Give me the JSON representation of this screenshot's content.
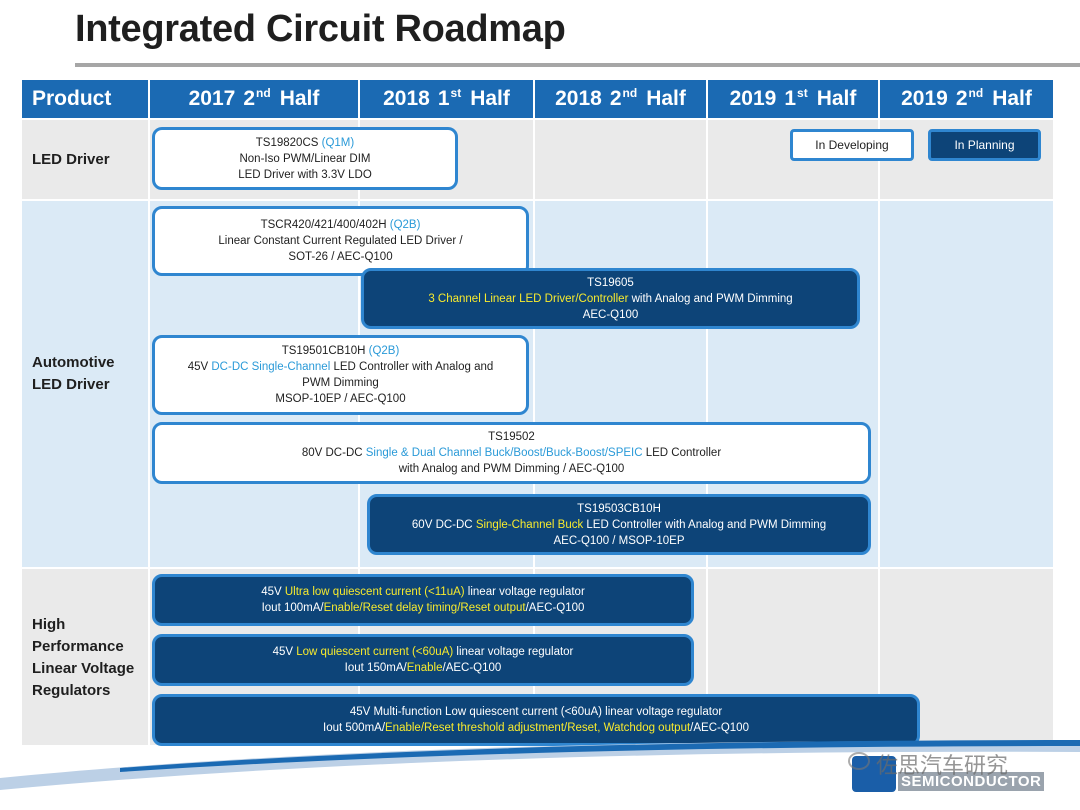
{
  "title": "Integrated Circuit Roadmap",
  "header": {
    "product": "Product",
    "periods": [
      {
        "year": "2017",
        "ord": "2",
        "sup": "nd",
        "half": "Half"
      },
      {
        "year": "2018",
        "ord": "1",
        "sup": "st",
        "half": "Half"
      },
      {
        "year": "2018",
        "ord": "2",
        "sup": "nd",
        "half": "Half"
      },
      {
        "year": "2019",
        "ord": "1",
        "sup": "st",
        "half": "Half"
      },
      {
        "year": "2019",
        "ord": "2",
        "sup": "nd",
        "half": "Half"
      }
    ]
  },
  "legend": {
    "developing": "In Developing",
    "planning": "In Planning"
  },
  "rows": {
    "led_driver": {
      "label": "LED Driver",
      "items": [
        {
          "lines": [
            [
              "TS19820CS ",
              "(Q1M)"
            ],
            [
              "Non-Iso PWM/Linear DIM"
            ],
            [
              "LED Driver with 3.3V LDO"
            ]
          ]
        }
      ]
    },
    "automotive": {
      "label_1": "Automotive",
      "label_2": "LED Driver",
      "items": [
        {
          "l1a": "TSCR420/421/400/402H ",
          "l1b": "(Q2B)",
          "l2": "Linear Constant Current Regulated  LED Driver /",
          "l3": "SOT-26 / AEC-Q100"
        },
        {
          "l1": "TS19605",
          "l2a": "3 Channel Linear LED Driver/Controller",
          "l2b": " with Analog and PWM Dimming",
          "l3": "AEC-Q100"
        },
        {
          "l1a": "TS19501CB10H ",
          "l1b": "(Q2B)",
          "l2a": "45V ",
          "l2b": "DC-DC Single-Channel",
          "l2c": " LED Controller with Analog and",
          "l3": "PWM Dimming",
          "l4": "MSOP-10EP / AEC-Q100"
        },
        {
          "l1": "TS19502",
          "l2a": "80V DC-DC ",
          "l2b": "Single & Dual Channel Buck/Boost/Buck-Boost/SPEIC",
          "l2c": " LED Controller",
          "l3": "with Analog and PWM Dimming / AEC-Q100"
        },
        {
          "l1": "TS19503CB10H",
          "l2a": "60V DC-DC ",
          "l2b": "Single-Channel Buck",
          "l2c": " LED Controller with Analog and PWM Dimming",
          "l3": "AEC-Q100 / MSOP-10EP"
        }
      ]
    },
    "regulators": {
      "label_1": "High",
      "label_2": "Performance",
      "label_3": "Linear Voltage",
      "label_4": "Regulators",
      "items": [
        {
          "l1a": "45V ",
          "l1b": "Ultra low quiescent current (<11uA)",
          "l1c": " linear voltage regulator",
          "l2a": "Iout 100mA/",
          "l2b": "Enable/Reset delay timing/Reset output",
          "l2c": "/AEC-Q100"
        },
        {
          "l1a": "45V ",
          "l1b": "Low quiescent current (<60uA)",
          "l1c": " linear voltage regulator",
          "l2a": "Iout 150mA/",
          "l2b": "Enable",
          "l2c": "/AEC-Q100"
        },
        {
          "l1": "45V Multi-function Low quiescent current (<60uA) linear voltage regulator",
          "l2a": "Iout 500mA/",
          "l2b": "Enable/Reset threshold adjustment/Reset, Watchdog output",
          "l2c": "/AEC-Q100"
        }
      ]
    }
  },
  "footer": {
    "logo_text": "SEMICONDUCTOR",
    "watermark": "佐思汽车研究"
  },
  "colors": {
    "header_blue": "#1b6ab3",
    "box_dark": "#0d4478",
    "box_border": "#2f86d0",
    "highlight_blue": "#2a9ad8",
    "highlight_yellow": "#f7ea2e"
  }
}
